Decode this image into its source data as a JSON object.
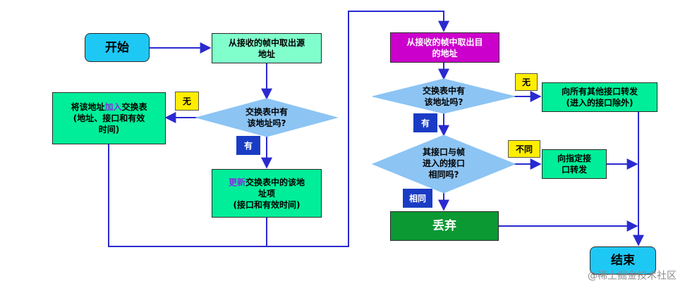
{
  "nodes": {
    "start": "开始",
    "extract_src": [
      "从接收的帧中取出源",
      "地址"
    ],
    "src_in_table": [
      "交换表中有",
      "该地址吗?"
    ],
    "add_entry": {
      "pre": "将该地址",
      "hl": "加入",
      "post": "交换表",
      "line2": "(地址、接口和有效",
      "line3": "时间)"
    },
    "update_entry": {
      "hl": "更新",
      "post": "交换表中的该地",
      "line2": "址项",
      "line3": "(接口和有效时间)"
    },
    "extract_dst": [
      "从接收的帧中取出目",
      "的地址"
    ],
    "dst_in_table": [
      "交换表中有",
      "该地址吗?"
    ],
    "flood": [
      "向所有其他接口转发",
      "(进入的接口除外)"
    ],
    "same_iface": [
      "其接口与帧",
      "进入的接口",
      "相同吗?"
    ],
    "forward": [
      "向指定接",
      "口转发"
    ],
    "discard": "丢弃",
    "end": "结束"
  },
  "labels": {
    "no1": "无",
    "yes1": "有",
    "no2": "无",
    "yes2": "有",
    "diff": "不同",
    "same": "相同"
  },
  "colors": {
    "cyan": "#1ec8f5",
    "mint": "#80ffcc",
    "green": "#00ee99",
    "magenta": "#cc00cc",
    "diamond": "#8cc4f4",
    "dark_green": "#0a9933",
    "line": "#2a2ad0"
  },
  "watermark": "@稀土掘金技术社区"
}
